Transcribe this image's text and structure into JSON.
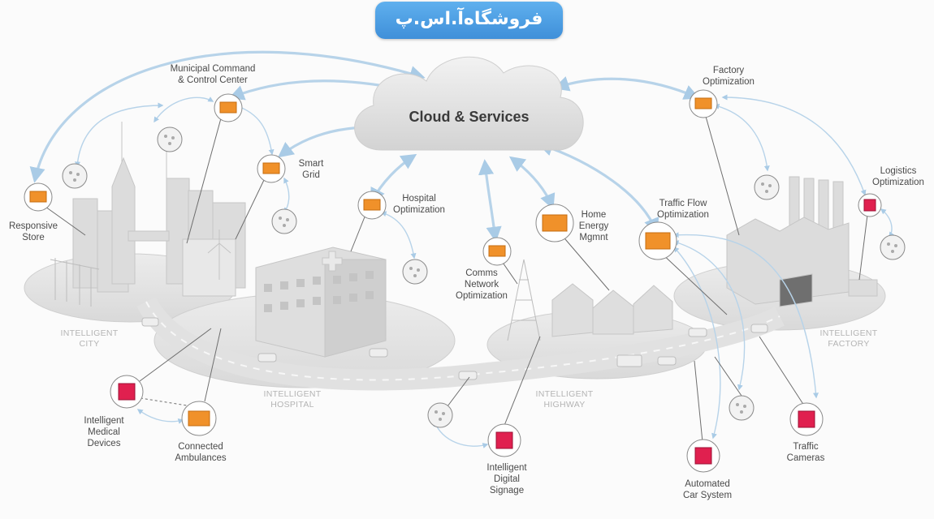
{
  "watermark": "فروشگاه‌آ.اس.پ",
  "cloud": {
    "title": "Cloud & Services"
  },
  "zones": {
    "city": "INTELLIGENT\nCITY",
    "hospital": "INTELLIGENT\nHOSPITAL",
    "highway": "INTELLIGENT\nHIGHWAY",
    "factory": "INTELLIGENT\nFACTORY"
  },
  "labels": {
    "municipal": "Municipal Command\n& Control Center",
    "smart_grid": "Smart\nGrid",
    "responsive_store": "Responsive\nStore",
    "hospital_opt": "Hospital\nOptimization",
    "comms": "Comms\nNetwork\nOptimization",
    "home_energy": "Home\nEnergy\nMgmnt",
    "traffic_flow": "Traffic Flow\nOptimization",
    "factory_opt": "Factory\nOptimization",
    "logistics": "Logistics\nOptimization",
    "medical_devices": "Intelligent\nMedical\nDevices",
    "ambulances": "Connected\nAmbulances",
    "digital_signage": "Intelligent\nDigital\nSignage",
    "car_system": "Automated\nCar System",
    "traffic_cameras": "Traffic\nCameras"
  },
  "colors": {
    "arrow": "#b7d3e9",
    "arrow_dark": "#8fb8da",
    "gateway_orange": "#f0912a",
    "device_red": "#e0204f",
    "platform": "#e4e4e4",
    "building": "#d6d6d6"
  },
  "icons": {
    "gateway": "orange-box-icon",
    "device": "red-cube-icon",
    "sensor": "sensor-dots-icon"
  }
}
